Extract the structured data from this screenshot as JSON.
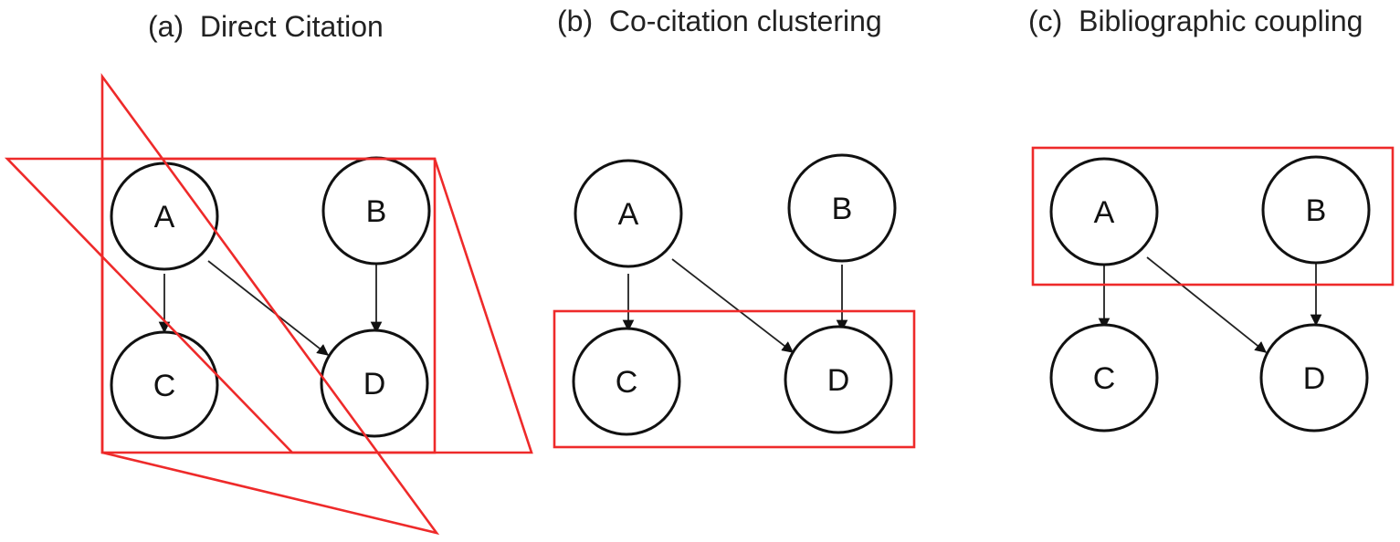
{
  "colors": {
    "highlight": "#ee2a2a",
    "node_stroke": "#111111",
    "edge": "#222222"
  },
  "panels": [
    {
      "id": "a",
      "title": "(a)  Direct Citation",
      "nodes": [
        "A",
        "B",
        "C",
        "D"
      ],
      "edges": [
        [
          "A",
          "C"
        ],
        [
          "A",
          "D"
        ],
        [
          "B",
          "D"
        ]
      ],
      "highlighted_groups": [
        [
          "A",
          "C"
        ],
        [
          "A",
          "D"
        ],
        [
          "B",
          "D"
        ],
        [
          "A",
          "B",
          "C",
          "D"
        ]
      ]
    },
    {
      "id": "b",
      "title": "(b)  Co-citation clustering",
      "nodes": [
        "A",
        "B",
        "C",
        "D"
      ],
      "edges": [
        [
          "A",
          "C"
        ],
        [
          "A",
          "D"
        ],
        [
          "B",
          "D"
        ]
      ],
      "highlighted_groups": [
        [
          "C",
          "D"
        ]
      ]
    },
    {
      "id": "c",
      "title": "(c)  Bibliographic coupling",
      "nodes": [
        "A",
        "B",
        "C",
        "D"
      ],
      "edges": [
        [
          "A",
          "C"
        ],
        [
          "A",
          "D"
        ],
        [
          "B",
          "D"
        ]
      ],
      "highlighted_groups": [
        [
          "A",
          "B"
        ]
      ]
    }
  ]
}
